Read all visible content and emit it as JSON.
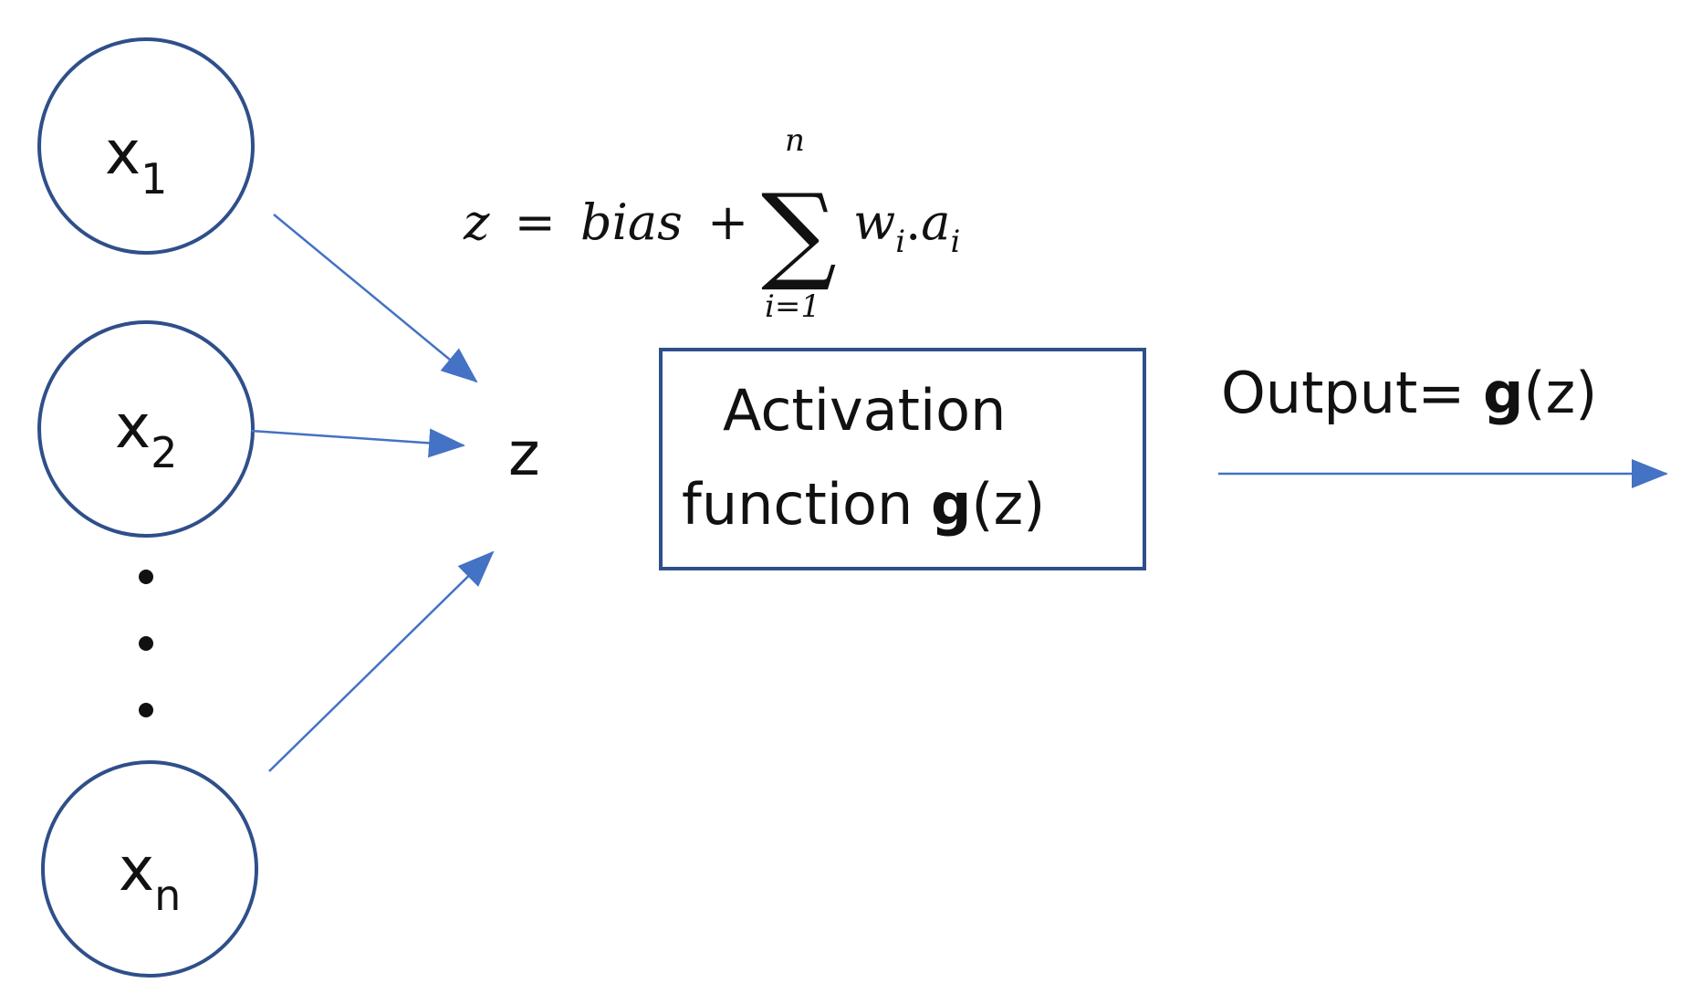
{
  "inputs": [
    {
      "base": "x",
      "sub": "1"
    },
    {
      "base": "x",
      "sub": "2"
    },
    {
      "base": "x",
      "sub": "n"
    }
  ],
  "sum_node": {
    "label": "z"
  },
  "formula": {
    "lhs": "z",
    "equals": "=",
    "bias": "bias",
    "plus": "+",
    "sigma": "∑",
    "upper": "n",
    "lower": "i=1",
    "w": "w",
    "w_sub": "i",
    "dot": ".",
    "a": "a",
    "a_sub": "i"
  },
  "activation": {
    "line1": "Activation",
    "line2_prefix": "function ",
    "line2_bold": "g",
    "line2_suffix": "(z)"
  },
  "output": {
    "prefix": "Output= ",
    "bold": "g",
    "suffix": "(z)"
  },
  "colors": {
    "node_stroke": "#2f4f8a",
    "arrow": "#4472c4",
    "box_stroke": "#2f4f8a",
    "text": "#111111"
  }
}
